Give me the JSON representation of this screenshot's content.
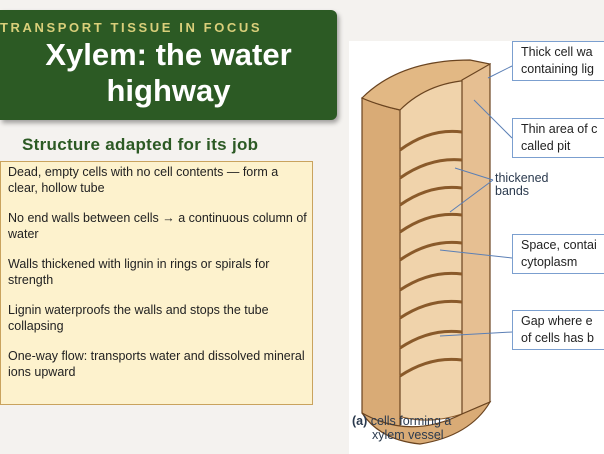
{
  "header": {
    "kicker": "TRANSPORT TISSUE IN FOCUS",
    "title_line1": "Xylem: the water",
    "title_line2": "highway"
  },
  "subheading": "Structure adapted for its job",
  "bullets": [
    "Dead, empty cells with no cell contents — form a clear, hollow tube",
    "No end walls between cells → a continuous column of water",
    "Walls thickened with lignin in rings or spirals for strength",
    "Lignin waterproofs the walls and stops the tube collapsing",
    "One-way flow: transports water and dissolved mineral ions upward"
  ],
  "diagram": {
    "callouts": [
      "Thick cell wa\ncontaining lig",
      "Thin area of c\ncalled pit",
      "Space, contai\ncytoplasm",
      "Gap where e\nof cells has b"
    ],
    "thickened_bands_label": "thickened\nbands",
    "caption_prefix": "(a)",
    "caption_line1": "cells forming a",
    "caption_line2": "xylem vessel"
  },
  "colors": {
    "banner_green": "#2c5a24",
    "kicker_gold": "#d9cf7a",
    "content_box_fill": "#fdf2cd",
    "vessel_tan": "#e6bf92",
    "callout_border": "#7b9fcf"
  }
}
